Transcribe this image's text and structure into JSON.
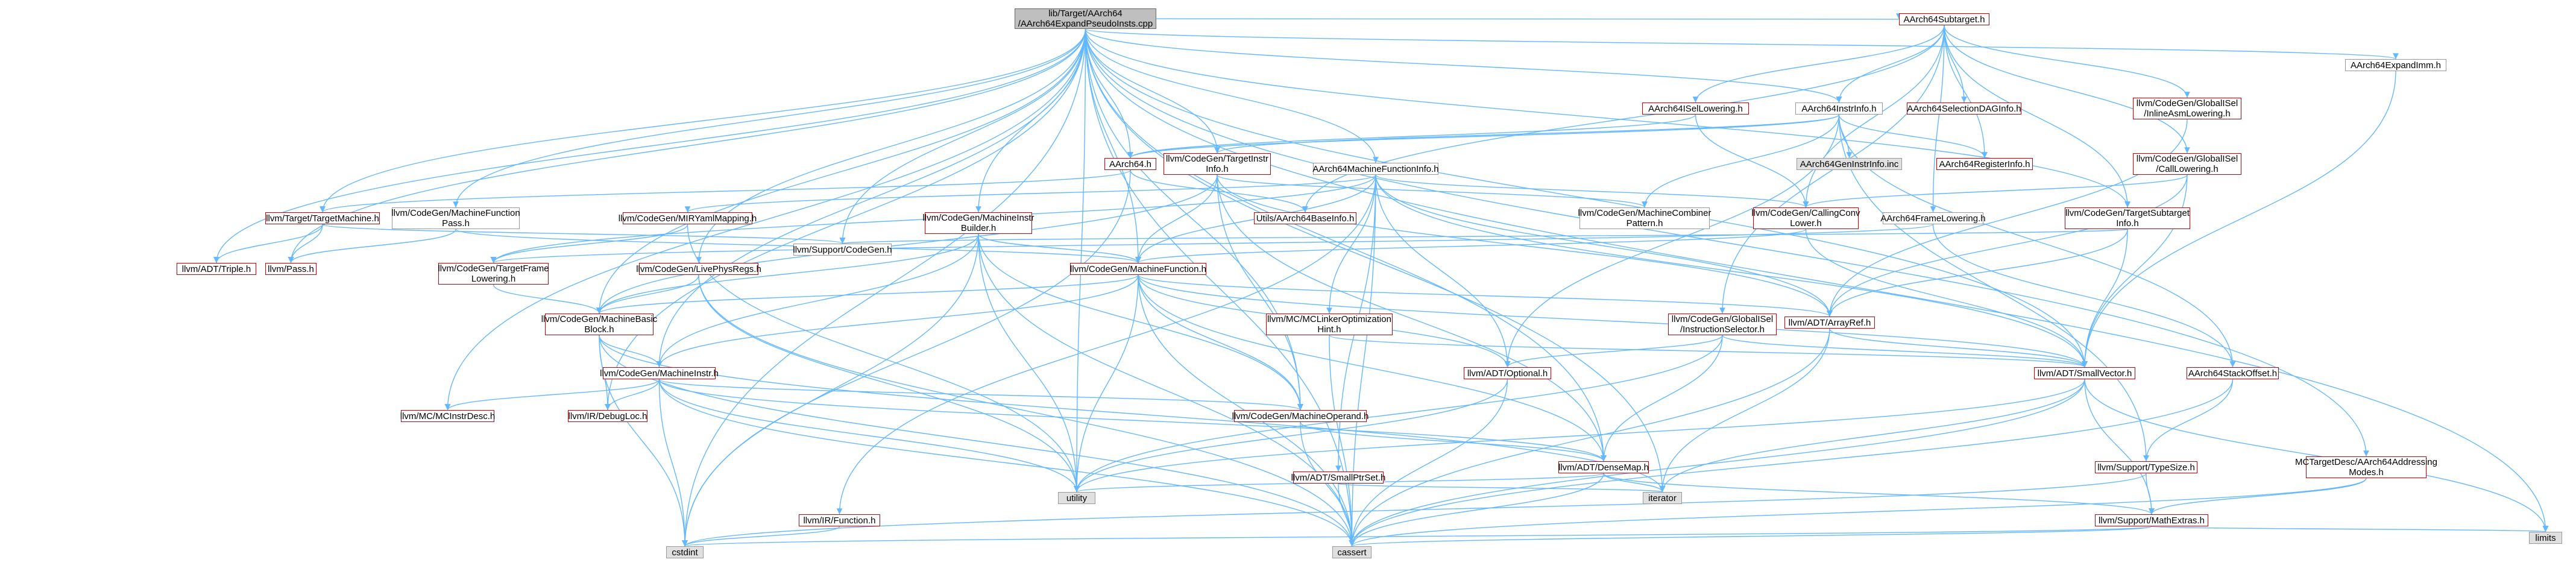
{
  "graph": {
    "edge_color": "#63b8ff",
    "root_fill": "#bfbfbf",
    "leaf_fill": "#e0e0e0",
    "link_border": "#cc0000",
    "nodes": [
      {
        "id": "root",
        "label": "lib/Target/AArch64\n/AArch64ExpandPseudoInsts.cpp",
        "kind": "root"
      },
      {
        "id": "subtarget",
        "label": "AArch64Subtarget.h",
        "kind": "link"
      },
      {
        "id": "expandimm",
        "label": "AArch64ExpandImm.h",
        "kind": "plain"
      },
      {
        "id": "isellowering",
        "label": "AArch64ISelLowering.h",
        "kind": "link"
      },
      {
        "id": "instrinfo",
        "label": "AArch64InstrInfo.h",
        "kind": "plain"
      },
      {
        "id": "seldaginfo",
        "label": "AArch64SelectionDAGInfo.h",
        "kind": "link"
      },
      {
        "id": "gisel_inlineasm",
        "label": "llvm/CodeGen/GlobalISel\n/InlineAsmLowering.h",
        "kind": "link"
      },
      {
        "id": "aarch64h",
        "label": "AArch64.h",
        "kind": "link"
      },
      {
        "id": "targetinstrinfo",
        "label": "llvm/CodeGen/TargetInstr\nInfo.h",
        "kind": "link"
      },
      {
        "id": "geninstrinfo",
        "label": "AArch64GenInstrInfo.inc",
        "kind": "leaf"
      },
      {
        "id": "reginfo",
        "label": "AArch64RegisterInfo.h",
        "kind": "link"
      },
      {
        "id": "gisel_calllowering",
        "label": "llvm/CodeGen/GlobalISel\n/CallLowering.h",
        "kind": "link"
      },
      {
        "id": "mfi",
        "label": "AArch64MachineFunctionInfo.h",
        "kind": "plain"
      },
      {
        "id": "targetmachine",
        "label": "llvm/Target/TargetMachine.h",
        "kind": "link"
      },
      {
        "id": "mfpass",
        "label": "llvm/CodeGen/MachineFunction\nPass.h",
        "kind": "plain"
      },
      {
        "id": "mirymlmapping",
        "label": "llvm/CodeGen/MIRYamlMapping.h",
        "kind": "link"
      },
      {
        "id": "mibuilder",
        "label": "llvm/CodeGen/MachineInstr\nBuilder.h",
        "kind": "link"
      },
      {
        "id": "baseinfo",
        "label": "Utils/AArch64BaseInfo.h",
        "kind": "link"
      },
      {
        "id": "combinerpattern",
        "label": "llvm/CodeGen/MachineCombiner\nPattern.h",
        "kind": "plain"
      },
      {
        "id": "callingconvlower",
        "label": "llvm/CodeGen/CallingConv\nLower.h",
        "kind": "link"
      },
      {
        "id": "framelowering",
        "label": "AArch64FrameLowering.h",
        "kind": "plain"
      },
      {
        "id": "targetsubtargetinfo",
        "label": "llvm/CodeGen/TargetSubtarget\nInfo.h",
        "kind": "link"
      },
      {
        "id": "triple",
        "label": "llvm/ADT/Triple.h",
        "kind": "link"
      },
      {
        "id": "pass",
        "label": "llvm/Pass.h",
        "kind": "link"
      },
      {
        "id": "targetframelowering",
        "label": "llvm/CodeGen/TargetFrame\nLowering.h",
        "kind": "link"
      },
      {
        "id": "livephysregs",
        "label": "llvm/CodeGen/LivePhysRegs.h",
        "kind": "link"
      },
      {
        "id": "supportcodegen",
        "label": "llvm/Support/CodeGen.h",
        "kind": "plain"
      },
      {
        "id": "machinefunction",
        "label": "llvm/CodeGen/MachineFunction.h",
        "kind": "link"
      },
      {
        "id": "mbb",
        "label": "llvm/CodeGen/MachineBasic\nBlock.h",
        "kind": "link"
      },
      {
        "id": "mclinearopt",
        "label": "llvm/MC/MCLinkerOptimization\nHint.h",
        "kind": "link"
      },
      {
        "id": "gisel_instrselector",
        "label": "llvm/CodeGen/GlobalISel\n/InstructionSelector.h",
        "kind": "link"
      },
      {
        "id": "arrayref",
        "label": "llvm/ADT/ArrayRef.h",
        "kind": "link"
      },
      {
        "id": "machineinstr",
        "label": "llvm/CodeGen/MachineInstr.h",
        "kind": "link"
      },
      {
        "id": "optional",
        "label": "llvm/ADT/Optional.h",
        "kind": "link"
      },
      {
        "id": "smallvector",
        "label": "llvm/ADT/SmallVector.h",
        "kind": "link"
      },
      {
        "id": "stackoffset",
        "label": "AArch64StackOffset.h",
        "kind": "link"
      },
      {
        "id": "mcinstrdesc",
        "label": "llvm/MC/MCInstrDesc.h",
        "kind": "link"
      },
      {
        "id": "debugloc",
        "label": "llvm/IR/DebugLoc.h",
        "kind": "link"
      },
      {
        "id": "machineoperand",
        "label": "llvm/CodeGen/MachineOperand.h",
        "kind": "link"
      },
      {
        "id": "densemap",
        "label": "llvm/ADT/DenseMap.h",
        "kind": "link"
      },
      {
        "id": "typesize",
        "label": "llvm/Support/TypeSize.h",
        "kind": "link"
      },
      {
        "id": "addressingmodes",
        "label": "MCTargetDesc/AArch64Addressing\nModes.h",
        "kind": "link"
      },
      {
        "id": "smallptrset",
        "label": "llvm/ADT/SmallPtrSet.h",
        "kind": "link"
      },
      {
        "id": "utility",
        "label": "utility",
        "kind": "leaf"
      },
      {
        "id": "iterator",
        "label": "iterator",
        "kind": "leaf"
      },
      {
        "id": "irfunction",
        "label": "llvm/IR/Function.h",
        "kind": "link"
      },
      {
        "id": "mathextras",
        "label": "llvm/Support/MathExtras.h",
        "kind": "link"
      },
      {
        "id": "limits",
        "label": "limits",
        "kind": "leaf"
      },
      {
        "id": "cstdint",
        "label": "cstdint",
        "kind": "leaf"
      },
      {
        "id": "cassert",
        "label": "cassert",
        "kind": "leaf"
      }
    ],
    "edges": [
      [
        "root",
        "subtarget"
      ],
      [
        "root",
        "expandimm"
      ],
      [
        "root",
        "instrinfo"
      ],
      [
        "root",
        "mfi"
      ],
      [
        "root",
        "targetmachine"
      ],
      [
        "root",
        "mfpass"
      ],
      [
        "root",
        "mibuilder"
      ],
      [
        "root",
        "livephysregs"
      ],
      [
        "root",
        "supportcodegen"
      ],
      [
        "root",
        "machinefunction"
      ],
      [
        "root",
        "mbb"
      ],
      [
        "root",
        "machineinstr"
      ],
      [
        "root",
        "machineoperand"
      ],
      [
        "root",
        "debugloc"
      ],
      [
        "root",
        "mcinstrdesc"
      ],
      [
        "root",
        "triple"
      ],
      [
        "root",
        "pass"
      ],
      [
        "root",
        "addressingmodes"
      ],
      [
        "root",
        "utility"
      ],
      [
        "root",
        "iterator"
      ],
      [
        "root",
        "cassert"
      ],
      [
        "root",
        "cstdint"
      ],
      [
        "root",
        "limits"
      ],
      [
        "root",
        "targetinstrinfo"
      ],
      [
        "root",
        "aarch64h"
      ],
      [
        "root",
        "densemap"
      ],
      [
        "root",
        "smallvector"
      ],
      [
        "root",
        "targetsubtargetinfo"
      ],
      [
        "subtarget",
        "isellowering"
      ],
      [
        "subtarget",
        "instrinfo"
      ],
      [
        "subtarget",
        "seldaginfo"
      ],
      [
        "subtarget",
        "gisel_inlineasm"
      ],
      [
        "subtarget",
        "reginfo"
      ],
      [
        "subtarget",
        "gisel_calllowering"
      ],
      [
        "subtarget",
        "framelowering"
      ],
      [
        "subtarget",
        "targetsubtargetinfo"
      ],
      [
        "subtarget",
        "gisel_instrselector"
      ],
      [
        "subtarget",
        "baseinfo"
      ],
      [
        "subtarget",
        "callingconvlower"
      ],
      [
        "expandimm",
        "smallvector"
      ],
      [
        "isellowering",
        "aarch64h"
      ],
      [
        "isellowering",
        "callingconvlower"
      ],
      [
        "instrinfo",
        "aarch64h"
      ],
      [
        "instrinfo",
        "targetinstrinfo"
      ],
      [
        "instrinfo",
        "geninstrinfo"
      ],
      [
        "instrinfo",
        "reginfo"
      ],
      [
        "instrinfo",
        "typesize"
      ],
      [
        "instrinfo",
        "stackoffset"
      ],
      [
        "instrinfo",
        "combinerpattern"
      ],
      [
        "instrinfo",
        "optional"
      ],
      [
        "gisel_inlineasm",
        "arrayref"
      ],
      [
        "gisel_calllowering",
        "callingconvlower"
      ],
      [
        "gisel_calllowering",
        "arrayref"
      ],
      [
        "gisel_calllowering",
        "smallvector"
      ],
      [
        "aarch64h",
        "baseinfo"
      ],
      [
        "aarch64h",
        "targetmachine"
      ],
      [
        "aarch64h",
        "cstdint"
      ],
      [
        "targetinstrinfo",
        "mbb"
      ],
      [
        "targetinstrinfo",
        "machinefunction"
      ],
      [
        "targetinstrinfo",
        "combinerpattern"
      ],
      [
        "targetinstrinfo",
        "arrayref"
      ],
      [
        "targetinstrinfo",
        "densemap"
      ],
      [
        "targetinstrinfo",
        "machineoperand"
      ],
      [
        "mfi",
        "mirymlmapping"
      ],
      [
        "mfi",
        "machinefunction"
      ],
      [
        "mfi",
        "mclinearopt"
      ],
      [
        "mfi",
        "smallptrset"
      ],
      [
        "mfi",
        "arrayref"
      ],
      [
        "mfi",
        "optional"
      ],
      [
        "mfi",
        "smallvector"
      ],
      [
        "mfi",
        "callingconvlower"
      ],
      [
        "mfi",
        "targetframelowering"
      ],
      [
        "mfi",
        "irfunction"
      ],
      [
        "mfi",
        "cassert"
      ],
      [
        "targetmachine",
        "triple"
      ],
      [
        "targetmachine",
        "pass"
      ],
      [
        "targetmachine",
        "supportcodegen"
      ],
      [
        "mfpass",
        "pass"
      ],
      [
        "mfpass",
        "machinefunction"
      ],
      [
        "mirymlmapping",
        "targetframelowering"
      ],
      [
        "mirymlmapping",
        "utility"
      ],
      [
        "mibuilder",
        "machinefunction"
      ],
      [
        "mibuilder",
        "mbb"
      ],
      [
        "mibuilder",
        "machineinstr"
      ],
      [
        "mibuilder",
        "machineoperand"
      ],
      [
        "mibuilder",
        "utility"
      ],
      [
        "mibuilder",
        "cstdint"
      ],
      [
        "mibuilder",
        "cassert"
      ],
      [
        "callingconvlower",
        "smallvector"
      ],
      [
        "callingconvlower",
        "machinefunction"
      ],
      [
        "framelowering",
        "stackoffset"
      ],
      [
        "framelowering",
        "targetframelowering"
      ],
      [
        "targetsubtargetinfo",
        "arrayref"
      ],
      [
        "targetsubtargetinfo",
        "smallvector"
      ],
      [
        "targetsubtargetinfo",
        "supportcodegen"
      ],
      [
        "targetframelowering",
        "mbb"
      ],
      [
        "livephysregs",
        "mbb"
      ],
      [
        "livephysregs",
        "utility"
      ],
      [
        "livephysregs",
        "cassert"
      ],
      [
        "machinefunction",
        "arrayref"
      ],
      [
        "machinefunction",
        "smallvector"
      ],
      [
        "machinefunction",
        "mbb"
      ],
      [
        "machinefunction",
        "densemap"
      ],
      [
        "machinefunction",
        "optional"
      ],
      [
        "machinefunction",
        "utility"
      ],
      [
        "machinefunction",
        "cassert"
      ],
      [
        "machinefunction",
        "machineinstr"
      ],
      [
        "machinefunction",
        "machineoperand"
      ],
      [
        "mbb",
        "machineinstr"
      ],
      [
        "mbb",
        "debugloc"
      ],
      [
        "mbb",
        "iterator"
      ],
      [
        "mbb",
        "cstdint"
      ],
      [
        "mbb",
        "cassert"
      ],
      [
        "mclinearopt",
        "smallvector"
      ],
      [
        "mclinearopt",
        "cassert"
      ],
      [
        "gisel_instrselector",
        "densemap"
      ],
      [
        "gisel_instrselector",
        "optional"
      ],
      [
        "gisel_instrselector",
        "smallvector"
      ],
      [
        "gisel_instrselector",
        "utility"
      ],
      [
        "arrayref",
        "smallvector"
      ],
      [
        "arrayref",
        "iterator"
      ],
      [
        "arrayref",
        "cassert"
      ],
      [
        "machineinstr",
        "mcinstrdesc"
      ],
      [
        "machineinstr",
        "debugloc"
      ],
      [
        "machineinstr",
        "machineoperand"
      ],
      [
        "machineinstr",
        "densemap"
      ],
      [
        "machineinstr",
        "utility"
      ],
      [
        "machineinstr",
        "cstdint"
      ],
      [
        "machineinstr",
        "cassert"
      ],
      [
        "optional",
        "utility"
      ],
      [
        "optional",
        "cassert"
      ],
      [
        "smallvector",
        "mathextras"
      ],
      [
        "smallvector",
        "limits"
      ],
      [
        "smallvector",
        "cassert"
      ],
      [
        "smallvector",
        "iterator"
      ],
      [
        "smallvector",
        "utility"
      ],
      [
        "stackoffset",
        "typesize"
      ],
      [
        "stackoffset",
        "cassert"
      ],
      [
        "machineoperand",
        "densemap"
      ],
      [
        "machineoperand",
        "cassert"
      ],
      [
        "densemap",
        "mathextras"
      ],
      [
        "densemap",
        "iterator"
      ],
      [
        "densemap",
        "utility"
      ],
      [
        "densemap",
        "cassert"
      ],
      [
        "typesize",
        "mathextras"
      ],
      [
        "typesize",
        "cstdint"
      ],
      [
        "addressingmodes",
        "mathextras"
      ],
      [
        "addressingmodes",
        "cassert"
      ],
      [
        "smallptrset",
        "iterator"
      ],
      [
        "smallptrset",
        "cassert"
      ],
      [
        "irfunction",
        "cstdint"
      ],
      [
        "mathextras",
        "limits"
      ],
      [
        "mathextras",
        "cstdint"
      ],
      [
        "mathextras",
        "cassert"
      ]
    ]
  }
}
